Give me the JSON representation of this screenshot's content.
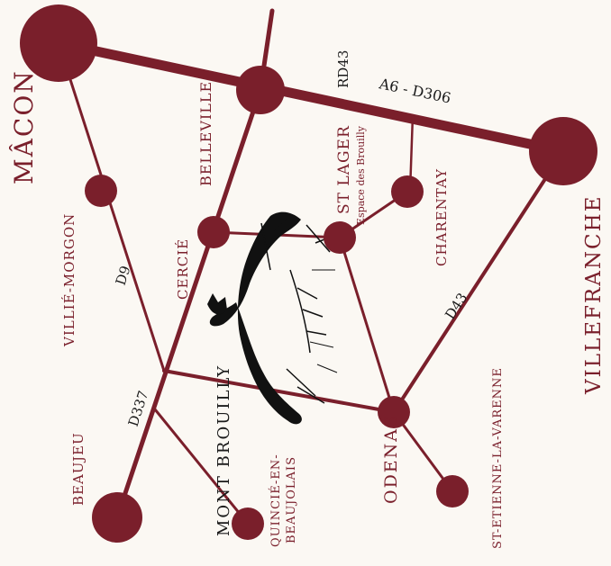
{
  "colors": {
    "accent": "#7a1f2b",
    "background": "#fbf8f3",
    "road_label": "#1a1a1a"
  },
  "towns": {
    "macon": "MÂCON",
    "belleville": "BELLEVILLE",
    "villie_morgon": "VILLIÉ-MORGON",
    "cercie": "CERCIÉ",
    "st_lager": "ST LAGER",
    "st_lager_sub": "Espace des Brouilly",
    "charentay": "CHARENTAY",
    "villefranche": "VILLEFRANCHE",
    "mont_brouilly": "MONT BROUILLY",
    "beaujeu": "BEAUJEU",
    "quincie_1": "QUINCIÉ-EN-",
    "quincie_2": "BEAUJOLAIS",
    "odenas": "ODENAS",
    "st_etienne": "ST-ETIENNE-LA-VARENNE"
  },
  "roads": {
    "rd43": "RD43",
    "a6": "A6  -  D306",
    "d9": "D9",
    "d43": "D43",
    "d337": "D337"
  },
  "illustration": "black-cat-drawing"
}
